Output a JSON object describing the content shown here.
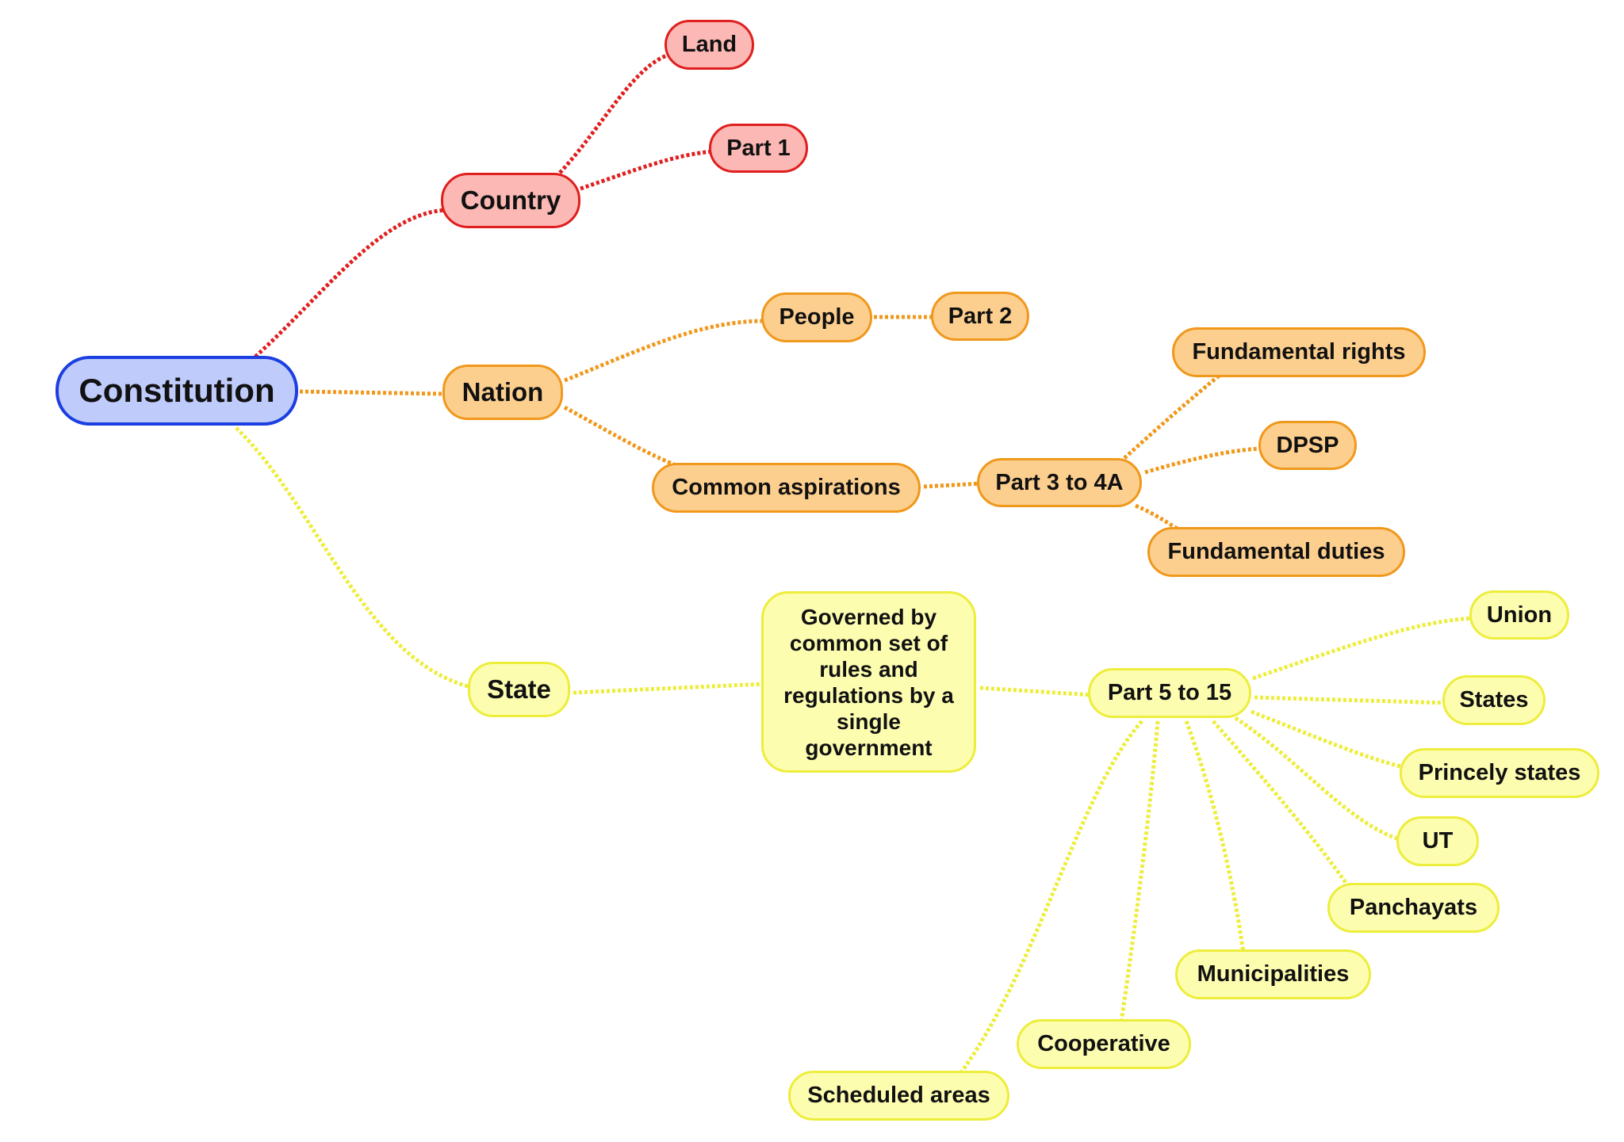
{
  "colors": {
    "root": "#1b3fe0",
    "country_branch": "#e01e1e",
    "nation_branch": "#f0981c",
    "state_branch": "#eded3c"
  },
  "nodes": {
    "constitution": "Constitution",
    "country": "Country",
    "land": "Land",
    "part1": "Part 1",
    "nation": "Nation",
    "people": "People",
    "part2": "Part 2",
    "common_aspirations": "Common aspirations",
    "part3_4a": "Part 3 to 4A",
    "fundamental_rights": "Fundamental rights",
    "dpsp": "DPSP",
    "fundamental_duties": "Fundamental duties",
    "state": "State",
    "governed": "Governed by common set of rules and regulations by a single government",
    "part5_15": "Part 5 to 15",
    "union": "Union",
    "states": "States",
    "princely_states": "Princely states",
    "ut": "UT",
    "panchayats": "Panchayats",
    "municipalities": "Municipalities",
    "cooperative": "Cooperative",
    "scheduled_areas": "Scheduled areas"
  }
}
